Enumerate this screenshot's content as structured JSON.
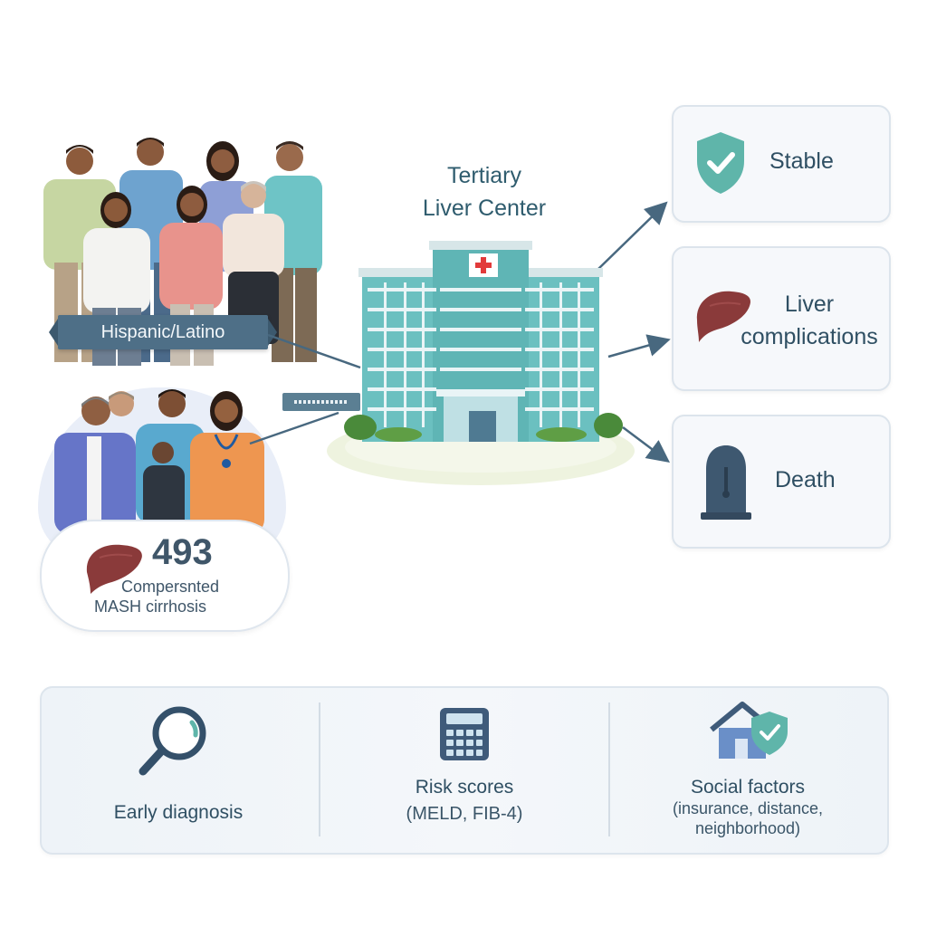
{
  "population": {
    "group_label": "Hispanic/Latino"
  },
  "cohort": {
    "count": "493",
    "line1": "Compersnted",
    "line2": "MASH cirrhosis"
  },
  "center": {
    "title_line1": "Tertiary",
    "title_line2": "Liver Center"
  },
  "outcomes": [
    {
      "label": "Stable",
      "icon": "shield-check-icon"
    },
    {
      "label_line1": "Liver",
      "label_line2": "complications",
      "icon": "liver-icon"
    },
    {
      "label": "Death",
      "icon": "tombstone-icon"
    }
  ],
  "factors": [
    {
      "label": "Early diagnosis",
      "icon": "magnifier-icon"
    },
    {
      "label": "Risk scores",
      "sub": "(MELD, FIB-4)",
      "icon": "calculator-icon"
    },
    {
      "label": "Social factors",
      "sub_line1": "(insurance, distance,",
      "sub_line2": "neighborhood)",
      "icon": "home-shield-icon"
    }
  ],
  "colors": {
    "teal": "#5fb5b5",
    "liver": "#8a3a3a",
    "slate": "#4e6f87",
    "tomb": "#3e5870"
  }
}
